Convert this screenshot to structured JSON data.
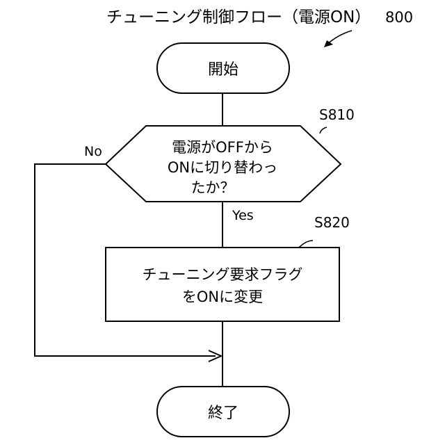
{
  "title": "チューニング制御フロー（電源ON）",
  "figure_number": "800",
  "nodes": {
    "start": {
      "label": "開始"
    },
    "decision": {
      "step": "S810",
      "lines": [
        "電源がOFFから",
        "ONに切り替わっ",
        "たか？"
      ],
      "yes_label": "Yes",
      "no_label": "No"
    },
    "process": {
      "step": "S820",
      "lines": [
        "チューニング要求フラグ",
        "をONに変更"
      ]
    },
    "end": {
      "label": "終了"
    }
  }
}
